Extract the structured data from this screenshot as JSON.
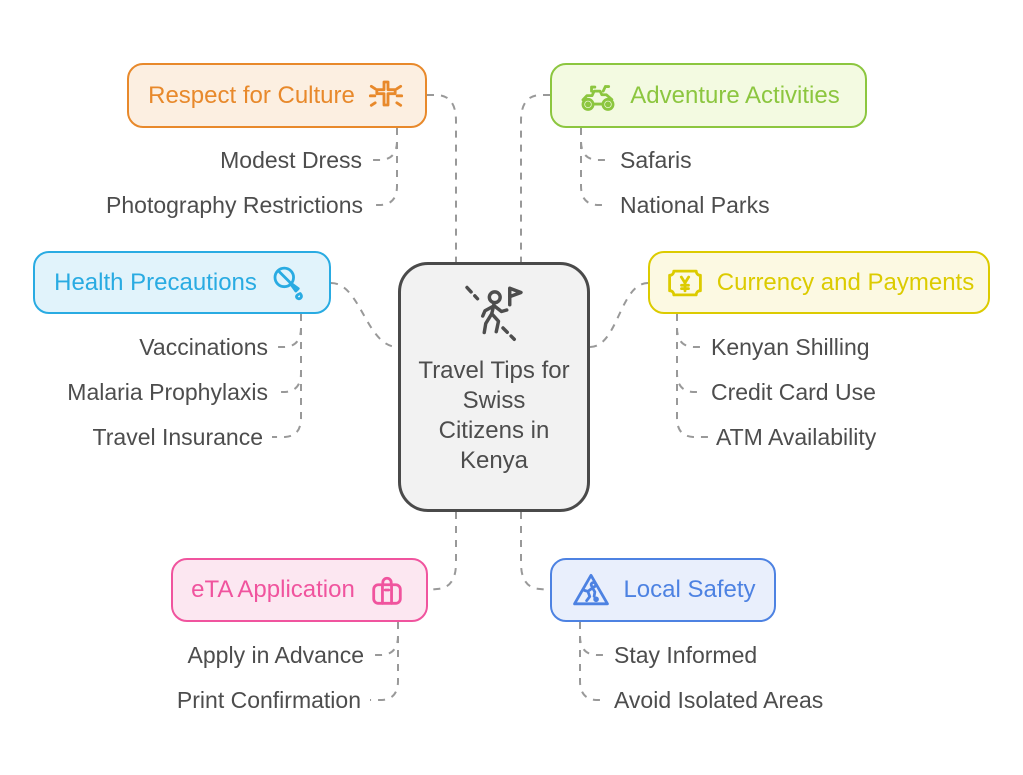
{
  "title": "Travel Tips for Swiss Citizens in Kenya mind map",
  "colors": {
    "connector": "#999999",
    "center_border": "#4A4A4A",
    "center_fill": "#F2F2F2",
    "center_text": "#4D4D4D",
    "child_text": "#4D4D4D",
    "respect_accent": "#E8892B",
    "respect_fill": "#FCEFE1",
    "adventure_accent": "#8CC63F",
    "adventure_fill": "#F3FAE1",
    "health_accent": "#29ABE2",
    "health_fill": "#E1F3FB",
    "currency_accent": "#DCCB00",
    "currency_fill": "#FCF9E2",
    "eta_accent": "#F0549E",
    "eta_fill": "#FCE7F1",
    "safety_accent": "#4D82E2",
    "safety_fill": "#E9EFFC"
  },
  "center": {
    "label": "Travel Tips for Swiss Citizens in Kenya",
    "icon": "hiker-flag-icon"
  },
  "branches": [
    {
      "id": "respect",
      "label": "Respect for Culture",
      "icon": "shining-cross-icon",
      "children": [
        "Modest Dress",
        "Photography Restrictions"
      ]
    },
    {
      "id": "adventure",
      "label": "Adventure Activities",
      "icon": "atv-quad-bike-icon",
      "children": [
        "Safaris",
        "National Parks"
      ]
    },
    {
      "id": "health",
      "label": "Health Precautions",
      "icon": "dropper-icon",
      "children": [
        "Vaccinations",
        "Malaria Prophylaxis",
        "Travel Insurance"
      ]
    },
    {
      "id": "currency",
      "label": "Currency and Payments",
      "icon": "banknote-yen-icon",
      "children": [
        "Kenyan Shilling",
        "Credit Card Use",
        "ATM Availability"
      ]
    },
    {
      "id": "eta",
      "label": "eTA Application",
      "icon": "travel-bag-icon",
      "children": [
        "Apply in Advance",
        "Print Confirmation"
      ]
    },
    {
      "id": "safety",
      "label": "Local Safety",
      "icon": "warning-slip-person-icon",
      "children": [
        "Stay Informed",
        "Avoid Isolated Areas"
      ]
    }
  ]
}
